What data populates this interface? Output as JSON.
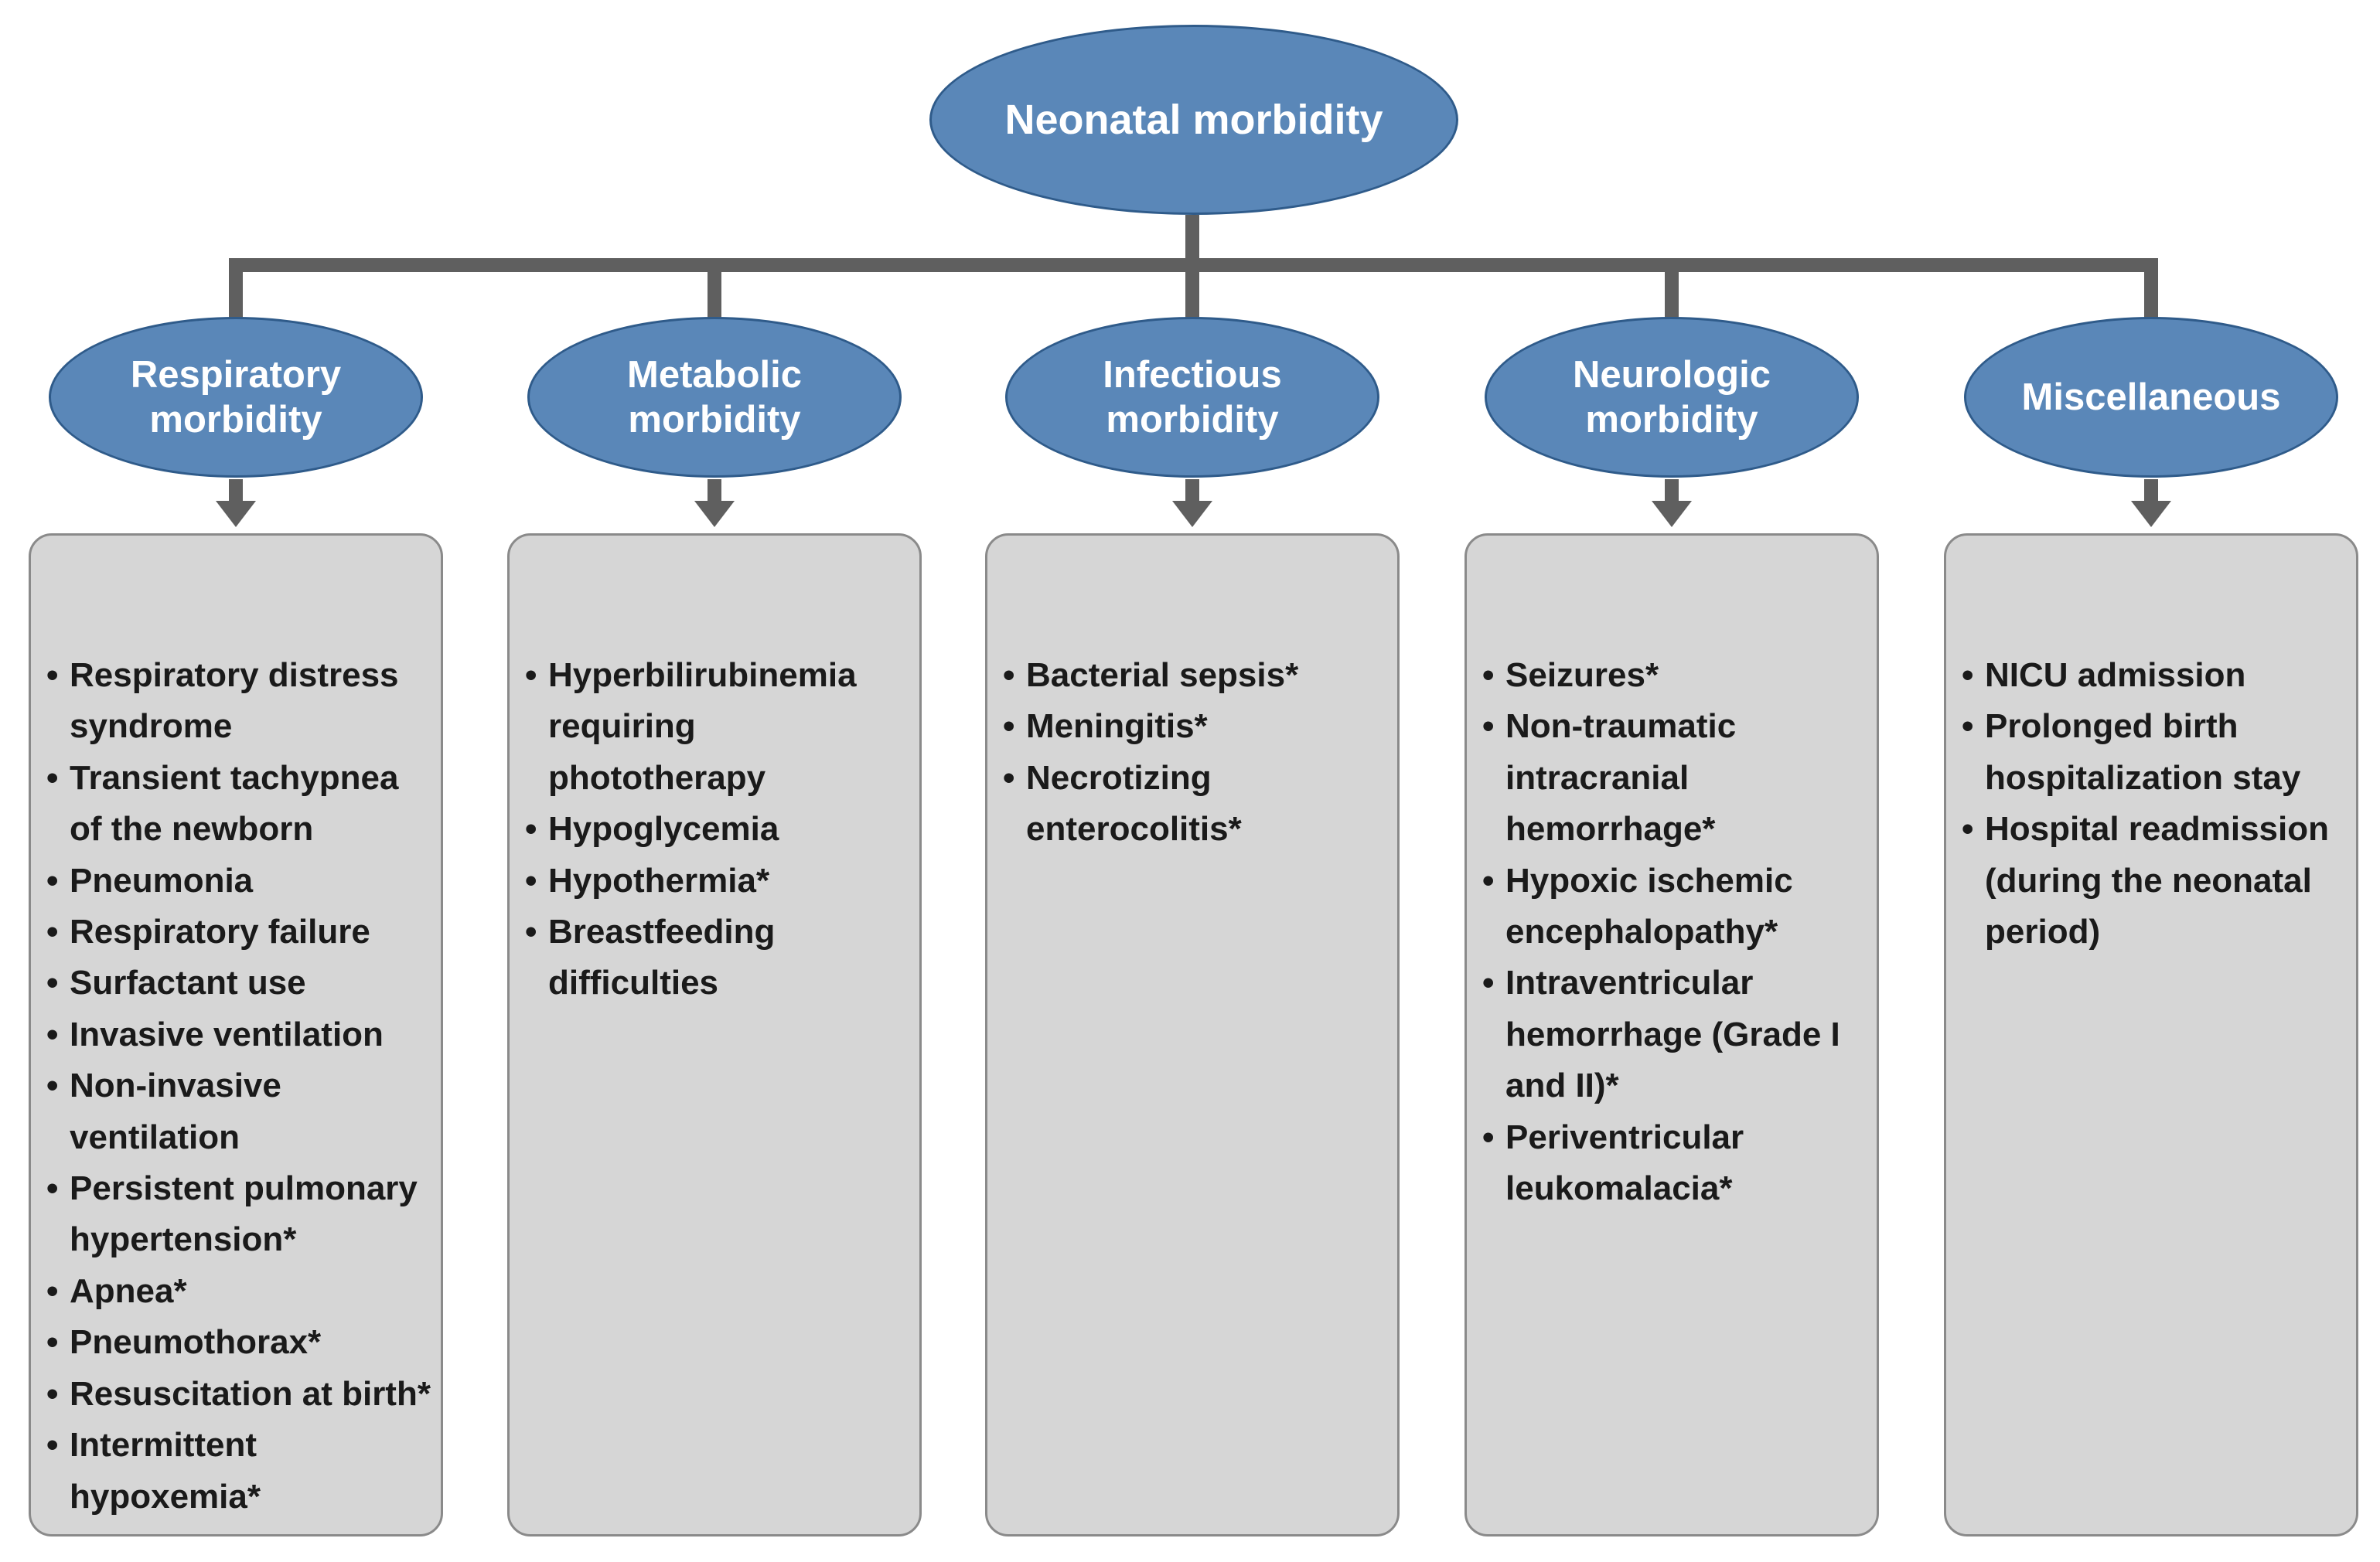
{
  "root": {
    "label": "Neonatal morbidity"
  },
  "categories": [
    {
      "label_lines": [
        "Respiratory",
        "morbidity"
      ],
      "items": [
        "Respiratory distress syndrome",
        "Transient tachypnea of the newborn",
        "Pneumonia",
        "Respiratory failure",
        "Surfactant use",
        "Invasive ventilation",
        "Non-invasive ventilation",
        "Persistent pulmonary hypertension*",
        "Apnea*",
        "Pneumothorax*",
        "Resuscitation at birth*",
        "Intermittent hypoxemia*"
      ]
    },
    {
      "label_lines": [
        "Metabolic",
        "morbidity"
      ],
      "items": [
        "Hyperbilirubinemia requiring phototherapy",
        "Hypoglycemia",
        "Hypothermia*",
        "Breastfeeding difficulties"
      ]
    },
    {
      "label_lines": [
        "Infectious",
        "morbidity"
      ],
      "items": [
        "Bacterial sepsis*",
        "Meningitis*",
        "Necrotizing enterocolitis*"
      ]
    },
    {
      "label_lines": [
        "Neurologic",
        "morbidity"
      ],
      "items": [
        "Seizures*",
        "Non-traumatic intracranial hemorrhage*",
        "Hypoxic ischemic encephalopathy*",
        "Intraventricular hemorrhage (Grade I and II)*",
        "Periventricular leukomalacia*"
      ]
    },
    {
      "label_lines": [
        "Miscellaneous"
      ],
      "items": [
        "NICU admission",
        "Prolonged birth hospitalization stay",
        "Hospital readmission (during the neonatal period)"
      ]
    }
  ],
  "colors": {
    "node_fill": "#5a87b8",
    "node_border": "#2f5b8a",
    "connector": "#5f5f5f",
    "box_fill": "#d6d6d6",
    "box_border": "#8a8a8a"
  }
}
